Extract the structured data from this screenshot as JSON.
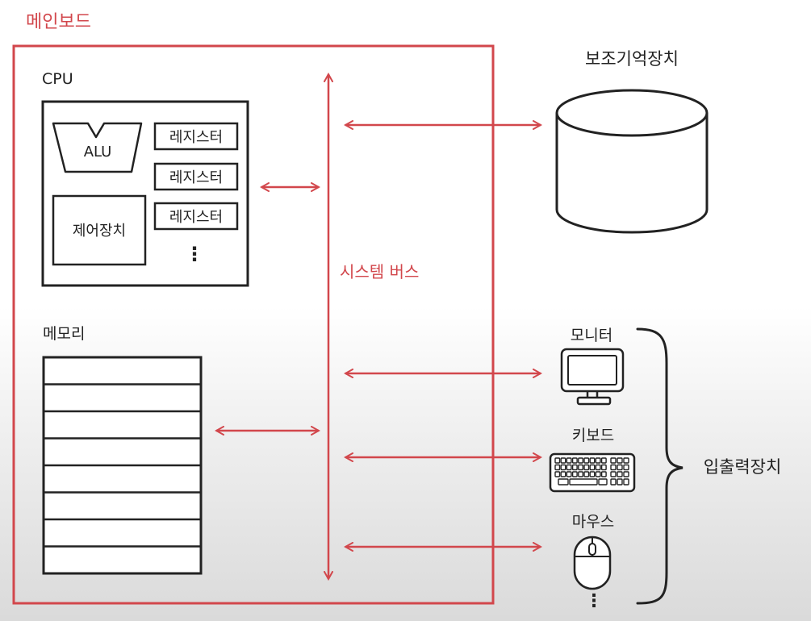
{
  "colors": {
    "accent": "#d2474c",
    "ink": "#222222"
  },
  "mainboard": {
    "label": "메인보드"
  },
  "cpu": {
    "label": "CPU",
    "alu": "ALU",
    "control_unit": "제어장치",
    "registers": [
      "레지스터",
      "레지스터",
      "레지스터"
    ],
    "more": "⋮"
  },
  "memory": {
    "label": "메모리",
    "rows": 8
  },
  "bus": {
    "label": "시스템 버스"
  },
  "storage": {
    "label": "보조기억장치"
  },
  "io": {
    "group_label": "입출력장치",
    "monitor": "모니터",
    "keyboard": "키보드",
    "mouse": "마우스",
    "more": "⋮"
  }
}
